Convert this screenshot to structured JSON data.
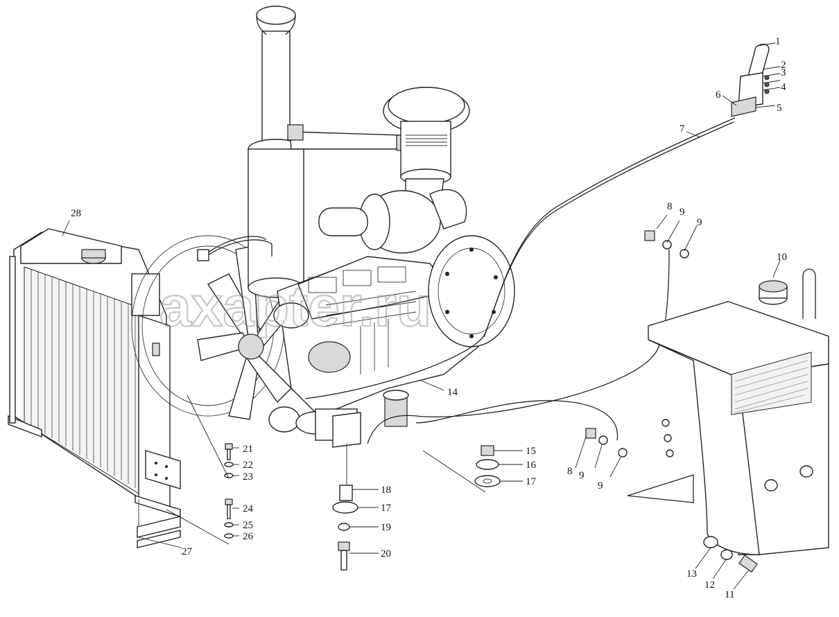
{
  "watermark": "axapter.ru",
  "callouts": [
    {
      "id": "c1",
      "text": "1"
    },
    {
      "id": "c2",
      "text": "2"
    },
    {
      "id": "c3",
      "text": "3"
    },
    {
      "id": "c4",
      "text": "4"
    },
    {
      "id": "c5",
      "text": "5"
    },
    {
      "id": "c6",
      "text": "6"
    },
    {
      "id": "c7",
      "text": "7"
    },
    {
      "id": "c8a",
      "text": "8"
    },
    {
      "id": "c9a",
      "text": "9"
    },
    {
      "id": "c9b",
      "text": "9"
    },
    {
      "id": "c10",
      "text": "10"
    },
    {
      "id": "c8b",
      "text": "8"
    },
    {
      "id": "c9c",
      "text": "9"
    },
    {
      "id": "c9d",
      "text": "9"
    },
    {
      "id": "c11",
      "text": "11"
    },
    {
      "id": "c12",
      "text": "12"
    },
    {
      "id": "c13",
      "text": "13"
    },
    {
      "id": "c14",
      "text": "14"
    },
    {
      "id": "c15",
      "text": "15"
    },
    {
      "id": "c16",
      "text": "16"
    },
    {
      "id": "c17a",
      "text": "17"
    },
    {
      "id": "c17b",
      "text": "17"
    },
    {
      "id": "c18",
      "text": "18"
    },
    {
      "id": "c19",
      "text": "19"
    },
    {
      "id": "c20",
      "text": "20"
    },
    {
      "id": "c21",
      "text": "21"
    },
    {
      "id": "c22",
      "text": "22"
    },
    {
      "id": "c23",
      "text": "23"
    },
    {
      "id": "c24",
      "text": "24"
    },
    {
      "id": "c25",
      "text": "25"
    },
    {
      "id": "c26",
      "text": "26"
    },
    {
      "id": "c27",
      "text": "27"
    },
    {
      "id": "c28",
      "text": "28"
    }
  ]
}
